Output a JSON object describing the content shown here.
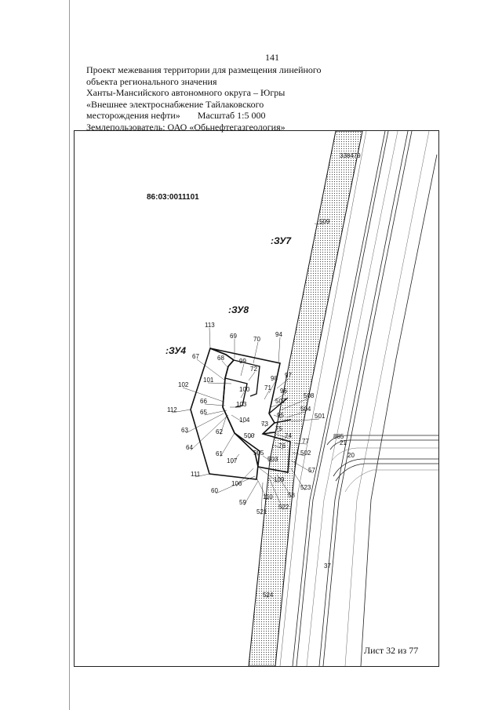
{
  "page_number": "141",
  "header": {
    "line1": "Проект межевания территории для размещения линейного",
    "line2": "объекта регионального значения",
    "line3": "Ханты-Мансийского автономного округа – Югры",
    "line4": "«Внешнее электроснабжение Тайлаковского",
    "line5": "месторождения нефти»",
    "scale": "Масштаб 1:5 000",
    "line6": "Землепользователь: ОАО «Обьнефтегазгеология»"
  },
  "map": {
    "cadastral_number": "86:03:0011101",
    "plot_labels": [
      ":ЗУ7",
      ":ЗУ8",
      ":ЗУ4"
    ],
    "points": [
      "338479",
      "509",
      "113",
      "69",
      "70",
      "94",
      "68",
      "99",
      "72",
      "67",
      "101",
      "97",
      "98",
      "100",
      "71",
      "96",
      "102",
      "507",
      "508",
      "66",
      "103",
      "95",
      "504",
      "112",
      "65",
      "104",
      "73",
      "501",
      "75",
      "500",
      "74",
      "63",
      "62",
      "77",
      "885",
      "21",
      "64",
      "76",
      "502",
      "20",
      "61",
      "505",
      "503",
      "107",
      "57",
      "111",
      "109",
      "523",
      "106",
      "60",
      "110",
      "58",
      "59",
      "522",
      "521",
      "37",
      "524"
    ]
  },
  "footer": {
    "sheet": "Лист 32 из 77"
  }
}
